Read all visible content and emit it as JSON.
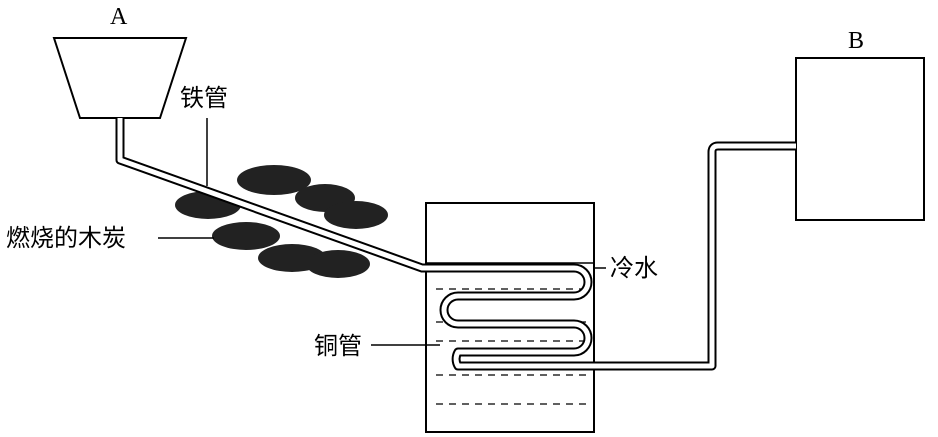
{
  "labels": {
    "a": "A",
    "b": "B",
    "iron_pipe": "铁管",
    "burning_charcoal": "燃烧的木炭",
    "cold_water": "冷水",
    "copper_pipe": "铜管"
  }
}
